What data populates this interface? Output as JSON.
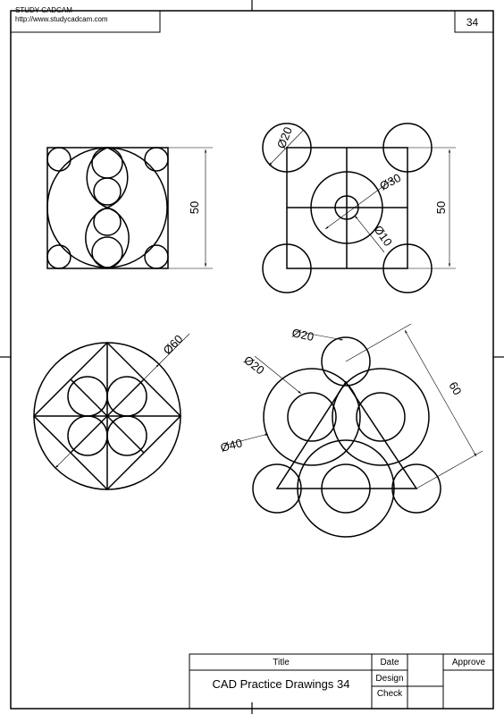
{
  "header": {
    "brand": "STUDY CADCAM",
    "url": "http://www.studycadcam.com",
    "page_number": "34"
  },
  "dimensions": {
    "fig1_height": "50",
    "fig2_d_small": "Ø20",
    "fig2_d_ring": "Ø30",
    "fig2_d_center": "Ø10",
    "fig2_height": "50",
    "fig3_d_outer": "Ø60",
    "fig4_d_top": "Ø20",
    "fig4_d_mid": "Ø20",
    "fig4_d_big": "Ø40",
    "fig4_side": "60"
  },
  "title_block": {
    "title_label": "Title",
    "drawing_name": "CAD Practice Drawings 34",
    "date_label": "Date",
    "design_label": "Design",
    "check_label": "Check",
    "approve_label": "Approve"
  }
}
